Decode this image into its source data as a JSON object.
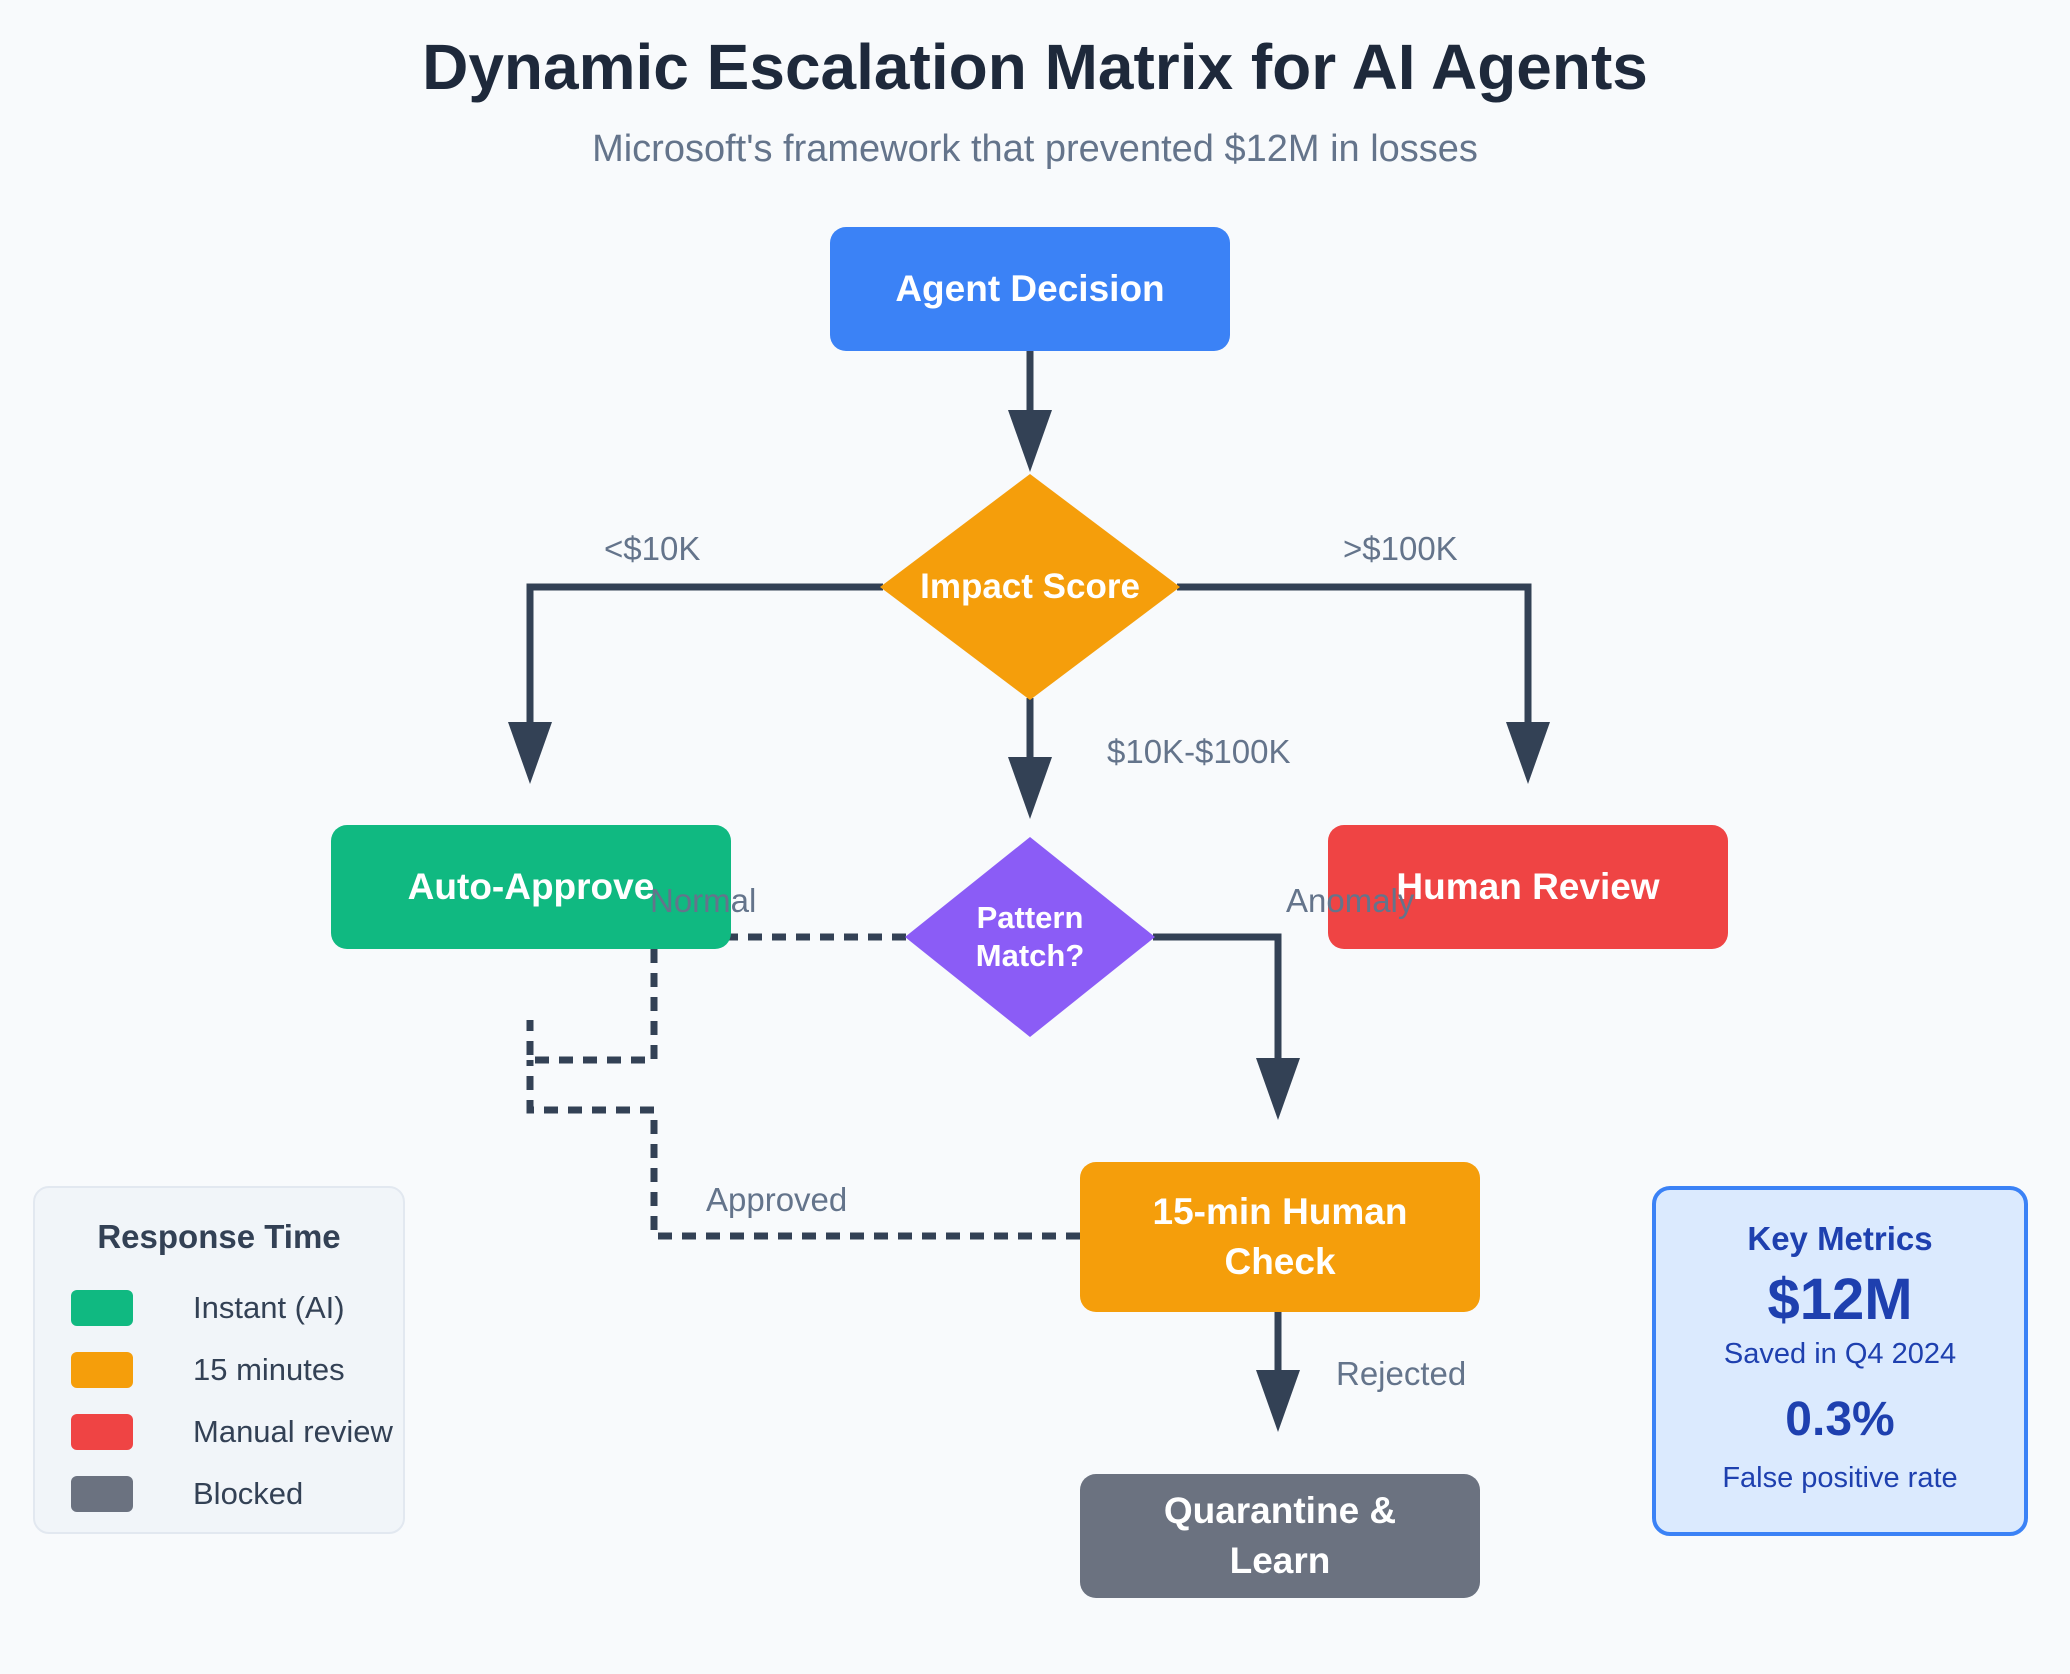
{
  "title": "Dynamic Escalation Matrix for AI Agents",
  "subtitle": "Microsoft's framework that prevented $12M in losses",
  "nodes": {
    "agent_decision": "Agent Decision",
    "impact_score": "Impact Score",
    "auto_approve": "Auto-Approve",
    "pattern_match_line1": "Pattern",
    "pattern_match_line2": "Match?",
    "human_review": "Human Review",
    "human_check_line1": "15-min Human",
    "human_check_line2": "Check",
    "quarantine_line1": "Quarantine &",
    "quarantine_line2": "Learn"
  },
  "edge_labels": {
    "low": "<$10K",
    "high": ">$100K",
    "mid": "$10K-$100K",
    "normal": "Normal",
    "anomaly": "Anomaly",
    "approved": "Approved",
    "rejected": "Rejected"
  },
  "legend": {
    "title": "Response Time",
    "items": [
      {
        "label": "Instant (AI)",
        "color": "#10b981"
      },
      {
        "label": "15 minutes",
        "color": "#f59e0b"
      },
      {
        "label": "Manual review",
        "color": "#ef4444"
      },
      {
        "label": "Blocked",
        "color": "#6b7280"
      }
    ]
  },
  "metrics": {
    "title": "Key Metrics",
    "value1": "$12M",
    "caption1": "Saved in Q4 2024",
    "value2": "0.3%",
    "caption2": "False positive rate"
  },
  "colors": {
    "agent": "#3b82f6",
    "decision": "#f59e0b",
    "approve": "#10b981",
    "pattern": "#8b5cf6",
    "review": "#ef4444",
    "quarantine": "#6b7280",
    "arrow": "#334155"
  }
}
